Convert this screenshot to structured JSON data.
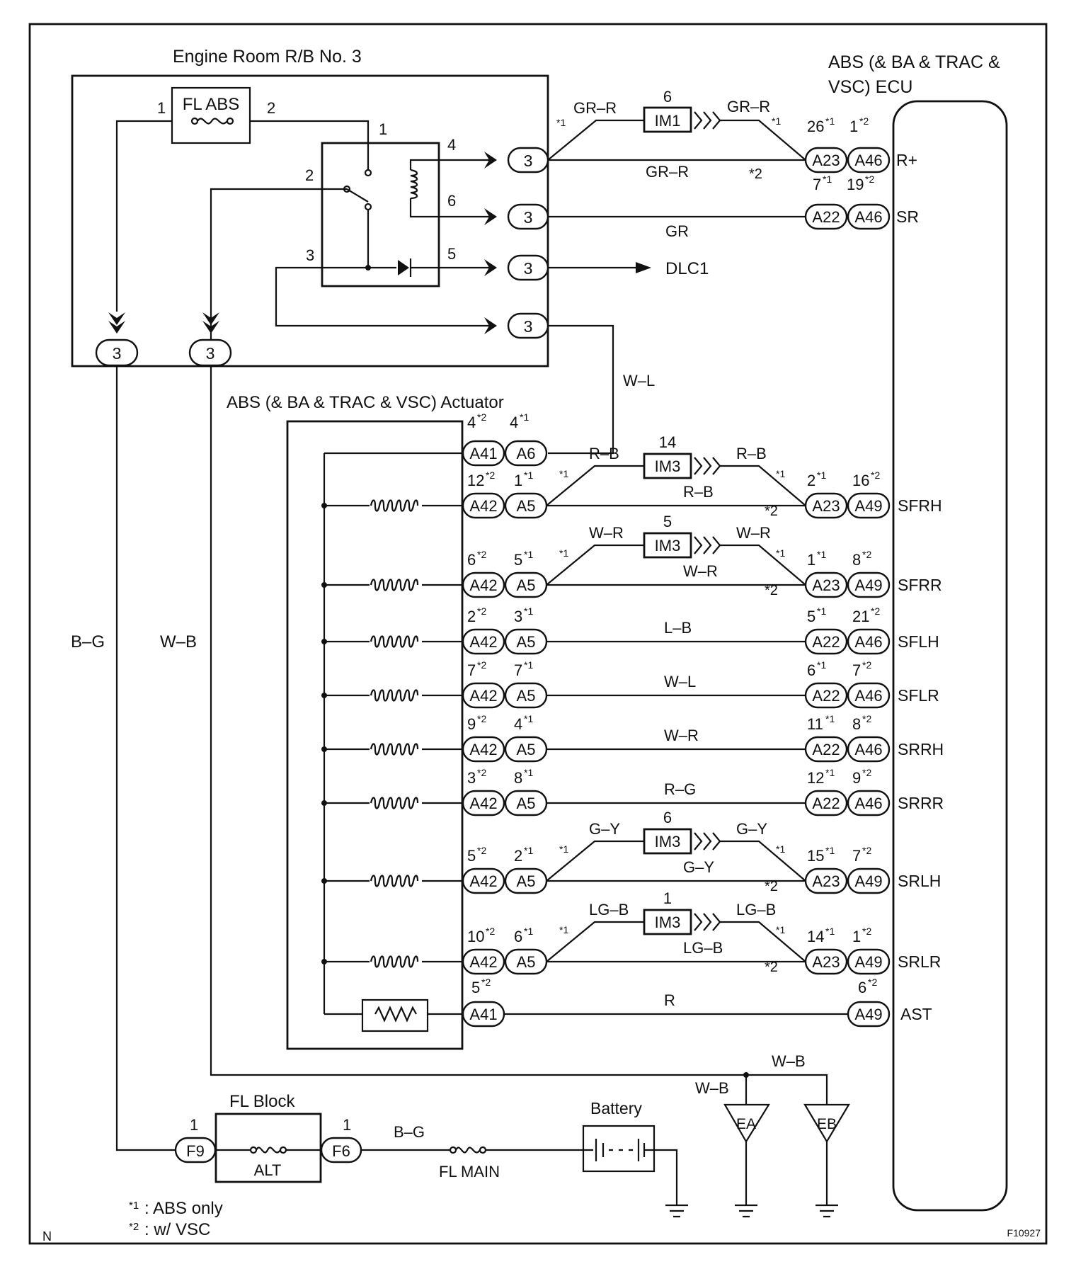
{
  "rb3": {
    "title": "Engine Room R/B No. 3",
    "fuse": "FL ABS",
    "fuse_pin_in": "1",
    "fuse_pin_out": "2",
    "relay_pins": [
      "1",
      "2",
      "3",
      "4",
      "5",
      "6"
    ],
    "connector": "3"
  },
  "ecu": {
    "title_line1": "ABS (& BA & TRAC &",
    "title_line2": "VSC) ECU",
    "terminals": [
      "R+",
      "SR",
      "SFRH",
      "SFRR",
      "SFLH",
      "SFLR",
      "SRRH",
      "SRRR",
      "SRLH",
      "SRLR",
      "AST"
    ]
  },
  "actuator": {
    "title": "ABS (& BA & TRAC & VSC) Actuator"
  },
  "connectors": {
    "a41": "A41",
    "a6": "A6",
    "a42": "A42",
    "a5": "A5",
    "a23": "A23",
    "a22": "A22",
    "a46": "A46",
    "a49": "A49",
    "im1": "IM1",
    "im3": "IM3",
    "f9": "F9",
    "f6": "F6",
    "ea": "EA",
    "eb": "EB"
  },
  "wires": {
    "gr_r": "GR–R",
    "gr": "GR",
    "w_l": "W–L",
    "r_b": "R–B",
    "w_r": "W–R",
    "l_b": "L–B",
    "r_g": "R–G",
    "g_y": "G–Y",
    "lg_b": "LG–B",
    "r": "R",
    "b_g": "B–G",
    "w_b": "W–B"
  },
  "pins": {
    "p6": "6",
    "p14": "14",
    "p5": "5",
    "p1": "1",
    "rplus_a": "26",
    "rplus_b": "1",
    "sr_a": "7",
    "sr_b": "19",
    "act_top_a": "4",
    "act_top_b": "4",
    "sfrh_act_a": "12",
    "sfrh_act_b": "1",
    "sfrh_ecu_a": "2",
    "sfrh_ecu_b": "16",
    "sfrr_act_a": "6",
    "sfrr_act_b": "5",
    "sfrr_ecu_a": "1",
    "sfrr_ecu_b": "8",
    "sflh_act_a": "2",
    "sflh_act_b": "3",
    "sflh_ecu_a": "5",
    "sflh_ecu_b": "21",
    "sflr_act_a": "7",
    "sflr_act_b": "7",
    "sflr_ecu_a": "6",
    "sflr_ecu_b": "7",
    "srrh_act_a": "9",
    "srrh_act_b": "4",
    "srrh_ecu_a": "11",
    "srrh_ecu_b": "8",
    "srrr_act_a": "3",
    "srrr_act_b": "8",
    "srrr_ecu_a": "12",
    "srrr_ecu_b": "9",
    "srlh_act_a": "5",
    "srlh_act_b": "2",
    "srlh_ecu_a": "15",
    "srlh_ecu_b": "7",
    "srlr_act_a": "10",
    "srlr_act_b": "6",
    "srlr_ecu_a": "14",
    "srlr_ecu_b": "1",
    "ast_act": "5",
    "ast_ecu": "6"
  },
  "notes": {
    "n1": "*1",
    "n2": "*2",
    "s1": "1",
    "s2": "2"
  },
  "dlc": "DLC1",
  "fl_block": {
    "title": "FL Block",
    "fuse": "ALT",
    "pin_left": "1",
    "pin_right": "1"
  },
  "fl_main": "FL MAIN",
  "battery": "Battery",
  "legend": {
    "l1_mark": "*1",
    "l1_text": ": ABS only",
    "l2_mark": "*2",
    "l2_text": ": w/ VSC"
  },
  "corner_left": "N",
  "fig_id": "F10927"
}
